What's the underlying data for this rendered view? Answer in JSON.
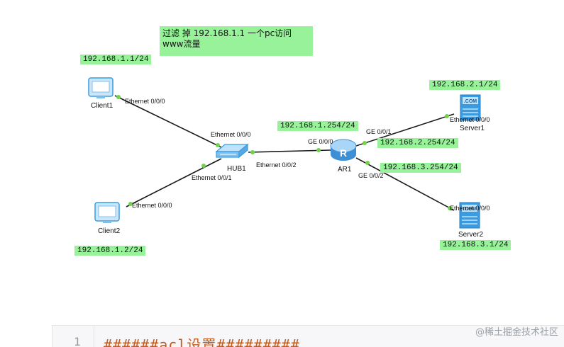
{
  "note": {
    "text": "过滤 掉 192.168.1.1 一个pc访问www流量"
  },
  "devices": {
    "client1": {
      "name": "Client1",
      "ip": "192.168.1.1/24",
      "port": "Ethernet 0/0/0"
    },
    "client2": {
      "name": "Client2",
      "ip": "192.168.1.2/24",
      "port": "Ethernet 0/0/0"
    },
    "hub": {
      "name": "HUB1",
      "port_top": "Ethernet 0/0/0",
      "port_bottom": "Ethernet 0/0/1",
      "port_right": "Ethernet 0/0/2"
    },
    "router": {
      "name": "AR1",
      "icon_letter": "R",
      "ge000": "GE 0/0/0",
      "ge001": "GE 0/0/1",
      "ge002": "GE 0/0/2",
      "ip_lan": "192.168.1.254/24",
      "ip_srv1": "192.168.2.254/24",
      "ip_srv2": "192.168.3.254/24"
    },
    "server1": {
      "name": "Server1",
      "ip": "192.168.2.1/24",
      "port": "Ethernet 0/0/0",
      "icon_text": ".COM"
    },
    "server2": {
      "name": "Server2",
      "ip": "192.168.3.1/24",
      "port": "Ethernet 0/0/0",
      "icon_text": ".COM"
    }
  },
  "editor": {
    "line_number": "1",
    "code": "######acl设置#########"
  },
  "watermark": "@稀土掘金技术社区",
  "colors": {
    "label_bg": "#98f29a",
    "link": "#1a1a1a",
    "link_dot": "#6fd34a",
    "device_blue": "#3a9be0"
  }
}
